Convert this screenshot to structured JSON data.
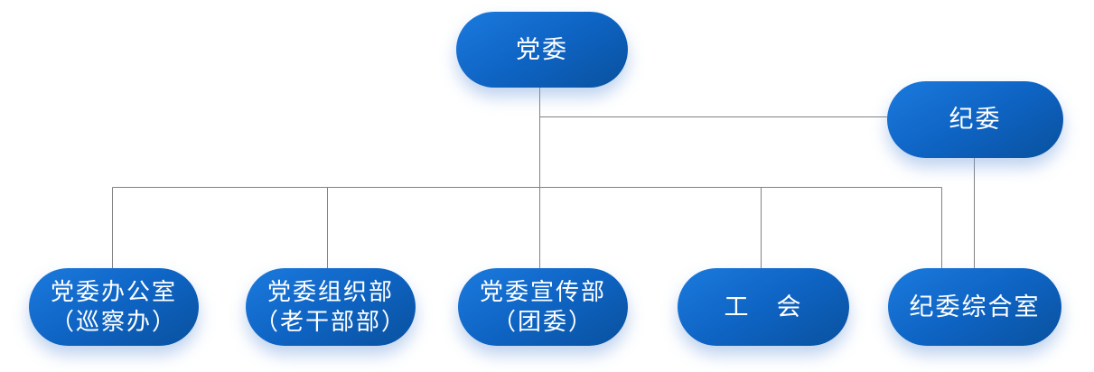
{
  "diagram": {
    "type": "org-chart",
    "background_color": "#ffffff",
    "node_gradient_top": "#1b7ade",
    "node_gradient_bottom": "#09519e",
    "node_text_color": "#ffffff",
    "connector_color": "#828282",
    "nodes": {
      "party_committee": {
        "label": "党委"
      },
      "discipline_committee": {
        "label": "纪委"
      },
      "party_office": {
        "line1": "党委办公室",
        "line2": "（巡察办）"
      },
      "organization_dept": {
        "line1": "党委组织部",
        "line2": "（老干部部）"
      },
      "propaganda_dept": {
        "line1": "党委宣传部",
        "line2": "（团委）"
      },
      "labor_union": {
        "label": "工　会"
      },
      "discipline_office": {
        "label": "纪委综合室"
      }
    },
    "edges": [
      {
        "from": "党委",
        "to": "纪委"
      },
      {
        "from": "党委",
        "to": "党委办公室（巡察办）"
      },
      {
        "from": "党委",
        "to": "党委组织部（老干部部）"
      },
      {
        "from": "党委",
        "to": "党委宣传部（团委）"
      },
      {
        "from": "党委",
        "to": "工会"
      },
      {
        "from": "党委",
        "to": "纪委综合室"
      },
      {
        "from": "纪委",
        "to": "纪委综合室"
      }
    ]
  }
}
